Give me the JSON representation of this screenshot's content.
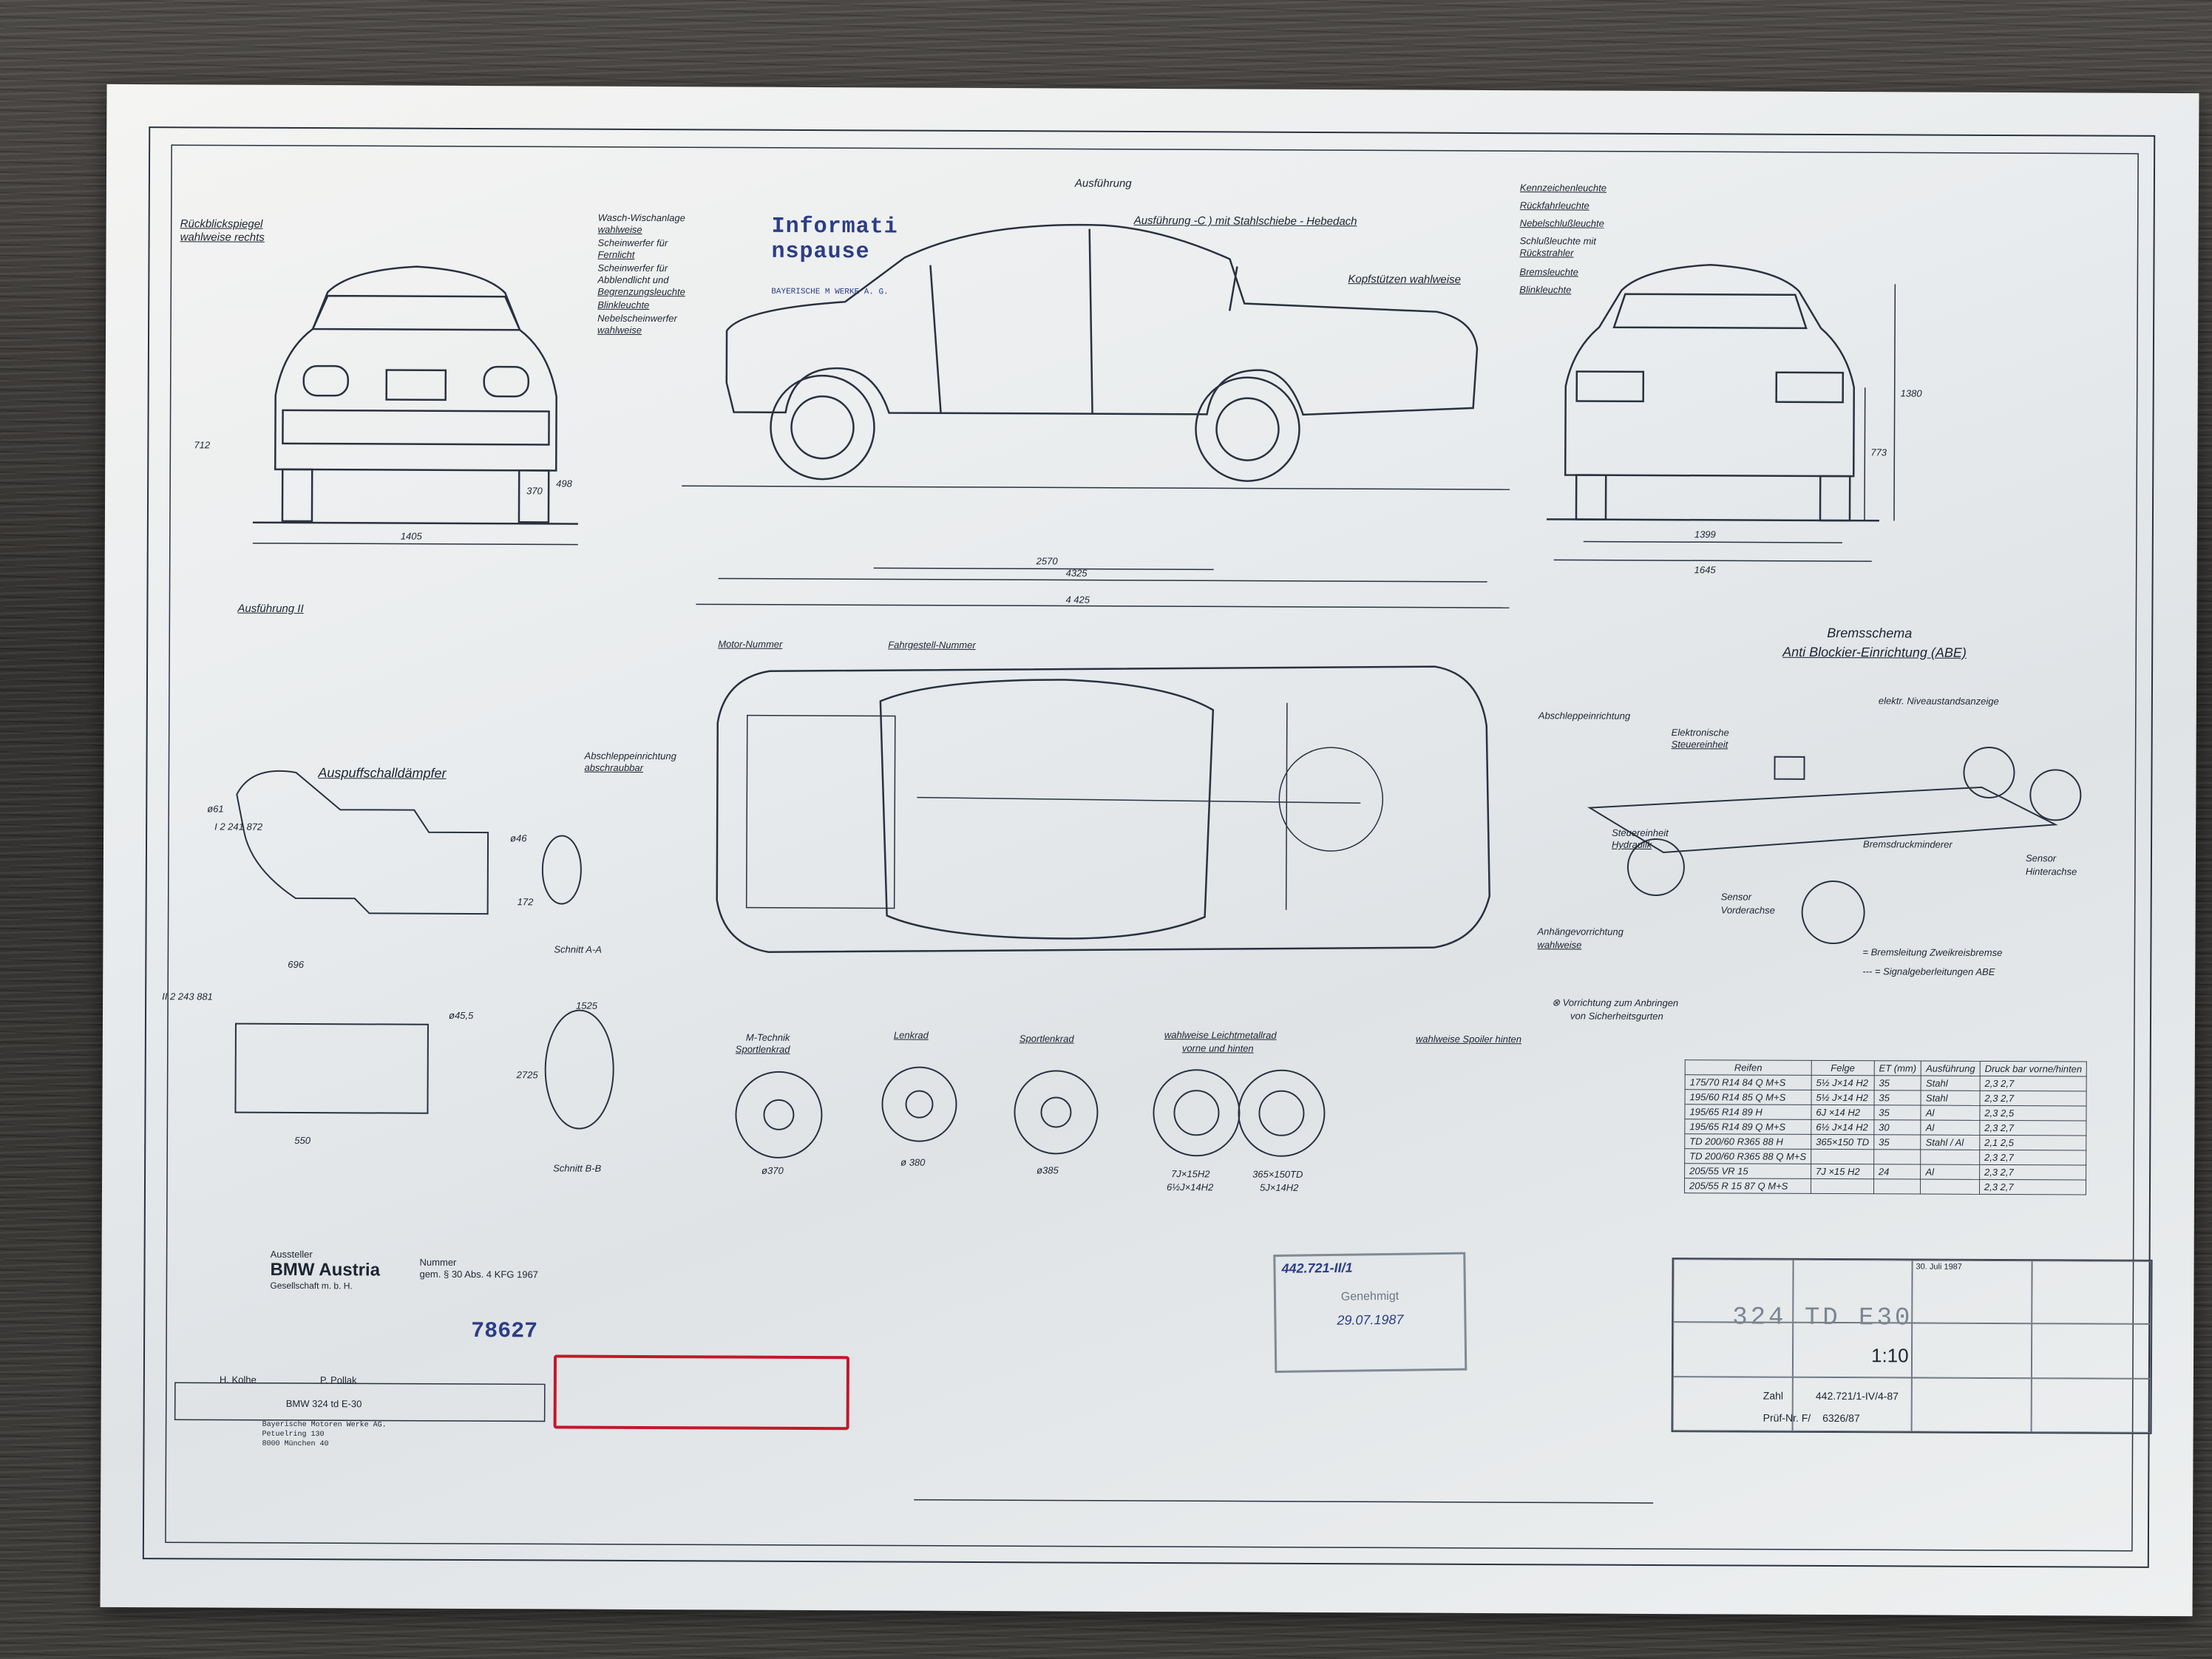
{
  "labels": {
    "heading_ausfuehrung": "Ausführung",
    "rueckblick": "Rückblickspiegel",
    "rueckblick2": "wahlweise rechts",
    "wasch": "Wasch-Wischanlage",
    "wasch2": "wahlweise",
    "fernlicht": "Scheinwerfer für",
    "fernlicht2": "Fernlicht",
    "abblend": "Scheinwerfer für",
    "abblend2": "Abblendlicht und",
    "abblend3": "Begrenzungsleuchte",
    "blink": "Blinkleuchte",
    "nebel": "Nebelscheinwerfer",
    "nebel2": "wahlweise",
    "stamp_title": "Informati  nspause",
    "stamp_line": "BAYERISCHE M       WERKE A. G.",
    "ausf_c": "Ausführung -C ) mit Stahlschiebe - Hebedach",
    "kopf": "Kopfstützen wahlweise",
    "kennzeichen": "Kennzeichenleuchte",
    "rueckfahr": "Rückfahrleuchte",
    "nebelschluss": "Nebelschlußleuchte",
    "schluss": "Schlußleuchte mit",
    "schluss2": "Rückstrahler",
    "brems": "Bremsleuchte",
    "blink_r": "Blinkleuchte",
    "ausf_ii": "Ausführung II",
    "motor_nr": "Motor-Nummer",
    "fahrgestell_nr": "Fahrgestell-Nummer",
    "abschlepp_l": "Abschleppeinrichtung",
    "abschlepp_l2": "abschraubbar",
    "abschlepp_r": "Abschleppeinrichtung",
    "anhaenge": "Anhängevorrichtung",
    "anhaenge2": "wahlweise",
    "auspuff": "Auspuffschalldämpfer",
    "schnitt_aa": "Schnitt A-A",
    "schnitt_bb": "Schnitt B-B",
    "bremsschema": "Bremsschema",
    "abe": "Anti Blockier-Einrichtung (ABE)",
    "niveau": "elektr. Niveaustandsanzeige",
    "elektr_steuer": "Elektronische",
    "elektr_steuer2": "Steuereinheit",
    "steuer_hydr": "Steuereinheit",
    "steuer_hydr2": "Hydraulik",
    "bremsdruck": "Bremsdruckminderer",
    "sensor_va": "Sensor",
    "sensor_va2": "Vorderachse",
    "sensor_ha": "Sensor",
    "sensor_ha2": "Hinterachse",
    "bremsleitung": "= Bremsleitung Zweikreisbremse",
    "signal": "--- = Signalgeberleitungen ABE",
    "vorrichtung": "⊗ Vorrichtung zum Anbringen",
    "vorrichtung2": "von Sicherheitsgurten",
    "spoiler": "wahlweise Spoiler hinten",
    "mtechnik": "M-Technik",
    "mtechnik2": "Sportlenkrad",
    "lenkrad": "Lenkrad",
    "sportlenkrad": "Sportlenkrad",
    "leicht": "wahlweise  Leichtmetallrad",
    "leicht2": "vorne  und  hinten",
    "d370": "ø370",
    "d380": "ø 380",
    "d385": "ø385",
    "rim1": "7J×15H2",
    "rim1b": "6½J×14H2",
    "rim2": "365×150TD",
    "rim2b": "5J×14H2"
  },
  "dims": {
    "d1405": "1405",
    "d2570": "2570",
    "d4325": "4325",
    "d4425": "4 425",
    "d1399": "1399",
    "d1645": "1645",
    "d1380": "1380",
    "d773": "773",
    "d712": "712",
    "d370": "370",
    "d498": "498",
    "d696": "696",
    "d550": "550",
    "d1525": "1525",
    "d2725": "2725",
    "d172": "172",
    "d46": "ø46",
    "d455": "ø45,5",
    "part1": "I 2 241 872",
    "part2": "II 2 243 881",
    "d61": "ø61"
  },
  "tires": {
    "headers": [
      "Reifen",
      "Felge",
      "ET (mm)",
      "Ausführung",
      "Druck bar vorne/hinten"
    ],
    "rows": [
      [
        "175/70  R14  84  Q  M+S",
        "5½ J×14 H2",
        "35",
        "Stahl",
        "2,3    2,7"
      ],
      [
        "195/60  R14  85  Q  M+S",
        "5½ J×14 H2",
        "35",
        "Stahl",
        "2,3    2,7"
      ],
      [
        "195/65  R14  89  H",
        "6J  ×14 H2",
        "35",
        "Al",
        "2,3    2,5"
      ],
      [
        "195/65  R14  89  Q  M+S",
        "6½ J×14 H2",
        "30",
        "Al",
        "2,3    2,7"
      ],
      [
        "TD 200/60 R365 88 H",
        "365×150 TD",
        "35",
        "Stahl / Al",
        "2,1    2,5"
      ],
      [
        "TD 200/60 R365 88 Q  M+S",
        "",
        "",
        "",
        "2,3    2,7"
      ],
      [
        "205/55  VR 15",
        "7J ×15 H2",
        "24",
        "Al",
        "2,3    2,7"
      ],
      [
        "205/55  R 15  87 Q  M+S",
        "",
        "",
        "",
        "2,3    2,7"
      ]
    ]
  },
  "issuer": {
    "aussteller": "Aussteller",
    "name": "BMW Austria",
    "sub": "Gesellschaft m. b. H.",
    "nummer": "Nummer",
    "nummer2": "gem. § 30 Abs. 4 KFG 1967",
    "number": "78627",
    "person1": "H. Kolhe",
    "person2": "P. Pollak",
    "typ": "BMW 324 td E-30",
    "address1": "Bayerische Motoren Werke AG.",
    "address2": "Petuelring 130",
    "address3": "8000 München 40"
  },
  "approval": {
    "number": "442.721-II/1",
    "genehmigt": "Genehmigt",
    "date": "29.07.1987"
  },
  "titleblock": {
    "model": "324  TD  E30",
    "scale": "1:10",
    "date": "30. Juli 1987",
    "zahl_label": "Zahl",
    "zahl": "442.721/1-IV/4-87",
    "pruef_label": "Prüf-Nr. F/",
    "pruef": "6326/87"
  },
  "colors": {
    "ink": "#1d2430",
    "stamp_blue": "#2b3d86",
    "stamp_red": "#c2182a"
  }
}
